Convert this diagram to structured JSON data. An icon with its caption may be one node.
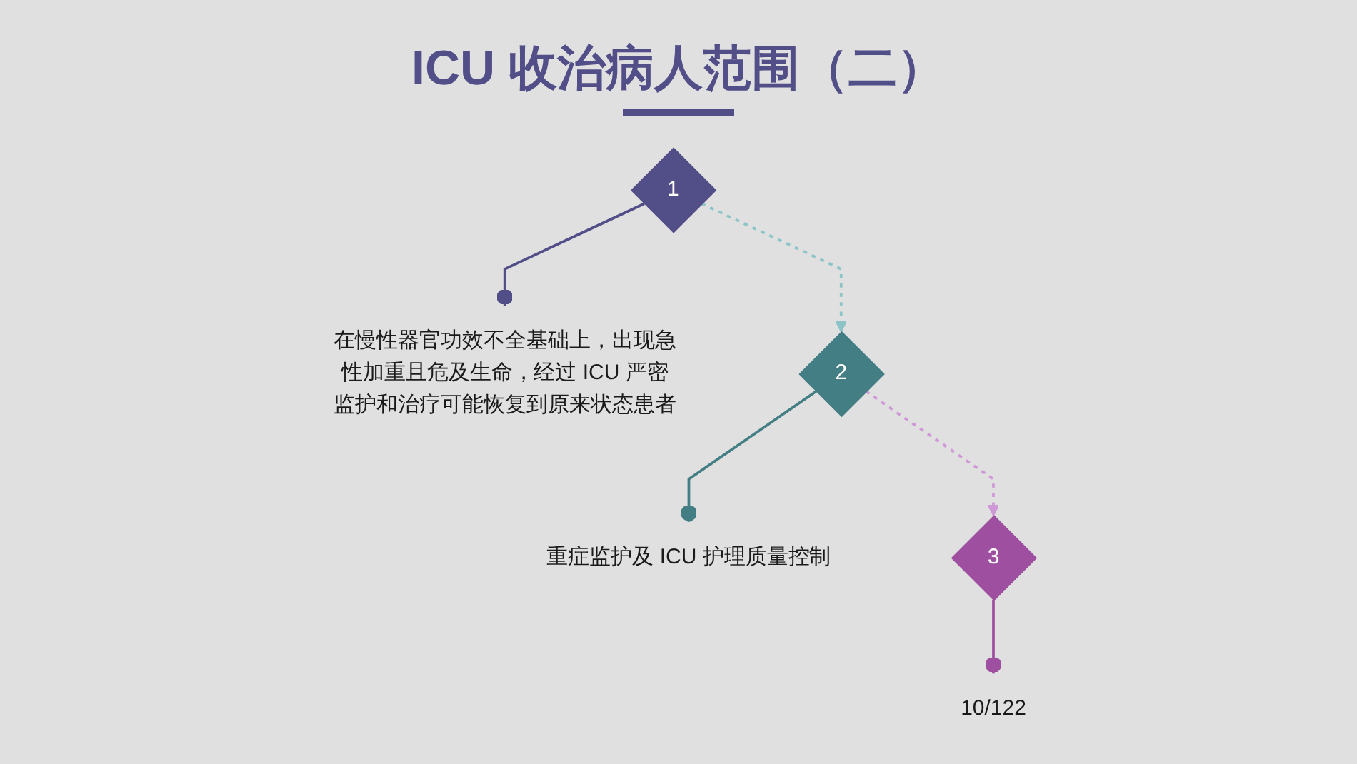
{
  "diagram": {
    "title": "ICU 收治病人范围（二）",
    "nodes": [
      {
        "text": [
          "1"
        ]
      },
      {
        "text": [
          "在慢性器官功效不全基础上，出现急性加重且危及生命，经过 ICU 严密监护和治疗可能恢复到原来状态患者"
        ]
      },
      {
        "text": [
          "重症监护及 ICU 护理质量控制"
        ]
      },
      {
        "text": [
          "2"
        ]
      },
      {
        "text": [
          "3"
        ]
      },
      {
        "text": [
          "10/122"
        ]
      }
    ],
    "edges": [
      {
        "from": 0,
        "to": 3,
        "arrow": "to",
        "style": "dashed",
        "color": "#8cc4c8"
      },
      {
        "from": 3,
        "to": 4,
        "arrow": "to",
        "style": "dashed",
        "color": "#cf98d6"
      },
      {
        "from": 0,
        "to": 1,
        "arrow": "other",
        "color": "#524e88"
      },
      {
        "from": 3,
        "to": 2,
        "arrow": "other",
        "color": "#437e84"
      },
      {
        "from": 4,
        "to": 5,
        "arrow": "other",
        "color": "#9e4fa0"
      }
    ]
  }
}
